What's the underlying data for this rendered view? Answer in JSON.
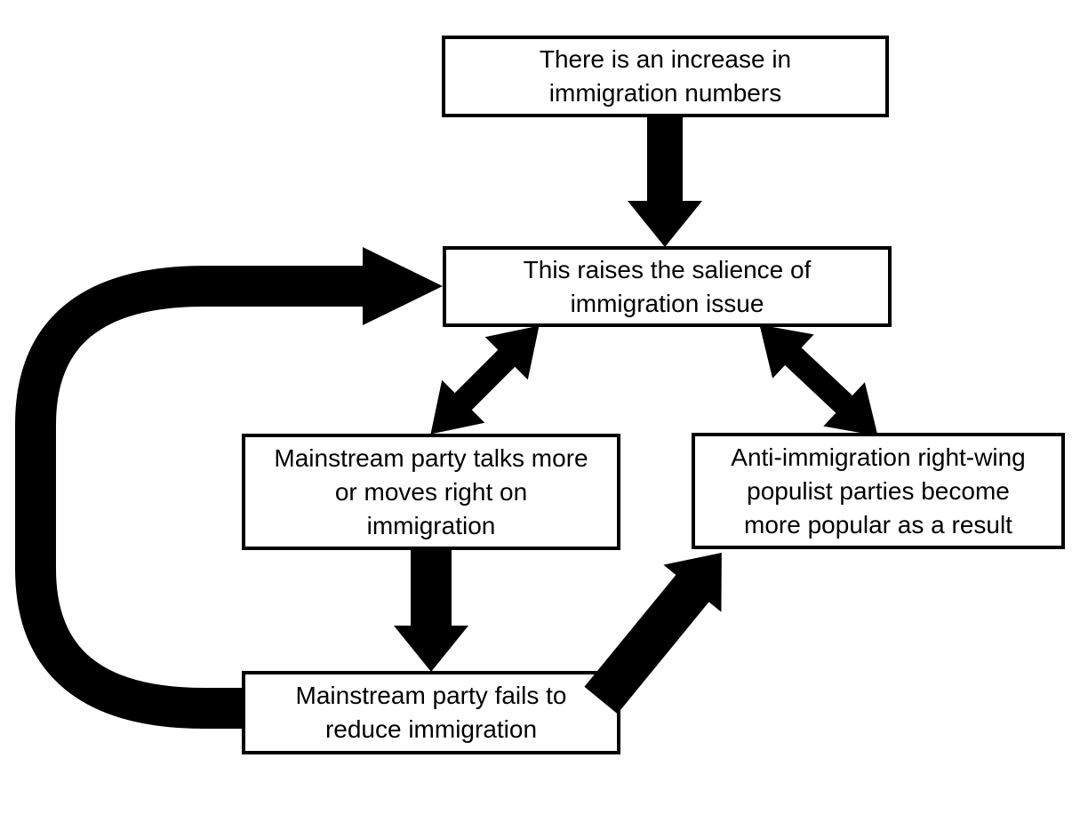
{
  "diagram": {
    "background_color": "#ffffff",
    "ink_color": "#000000",
    "nodes": [
      {
        "id": "increase",
        "label": "There is an increase in immigration numbers",
        "lines": [
          "There is an increase in",
          "immigration numbers"
        ]
      },
      {
        "id": "salience",
        "label": "This raises the salience of immigration issue",
        "lines": [
          "This raises the salience of",
          "immigration issue"
        ]
      },
      {
        "id": "mainstream",
        "label": "Mainstream party talks more or moves right on immigration",
        "lines": [
          "Mainstream party talks more",
          "or moves right on",
          "immigration"
        ]
      },
      {
        "id": "populist",
        "label": "Anti-immigration right-wing populist parties become more popular as a result",
        "lines": [
          "Anti-immigration right-wing",
          "populist parties become",
          "more popular as a result"
        ]
      },
      {
        "id": "fails",
        "label": "Mainstream party fails to reduce immigration",
        "lines": [
          "Mainstream party fails to",
          "reduce immigration"
        ]
      }
    ],
    "edges": [
      {
        "from": "increase",
        "to": "salience",
        "style": "single-arrow"
      },
      {
        "from": "salience",
        "to": "mainstream",
        "style": "double-arrow"
      },
      {
        "from": "salience",
        "to": "populist",
        "style": "double-arrow"
      },
      {
        "from": "mainstream",
        "to": "fails",
        "style": "single-arrow"
      },
      {
        "from": "fails",
        "to": "populist",
        "style": "single-arrow"
      },
      {
        "from": "fails",
        "to": "salience",
        "style": "feedback-loop-arrow"
      }
    ]
  }
}
